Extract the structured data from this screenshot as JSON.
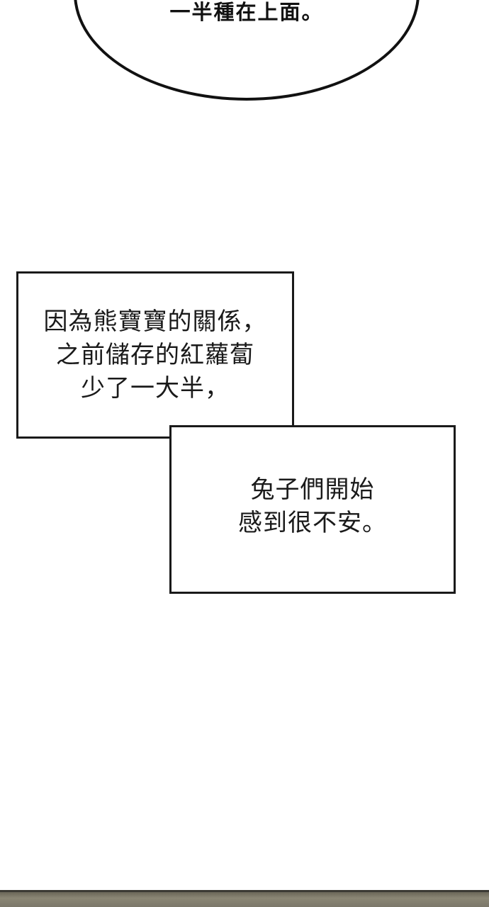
{
  "speech_bubble": {
    "text": "一半種在上面。"
  },
  "narration_1": {
    "lines": [
      "因為熊寶寶的關係，",
      "之前儲存的紅蘿蔔",
      "少了一大半，"
    ]
  },
  "narration_2": {
    "lines": [
      "兔子們開始",
      "感到很不安。"
    ]
  }
}
